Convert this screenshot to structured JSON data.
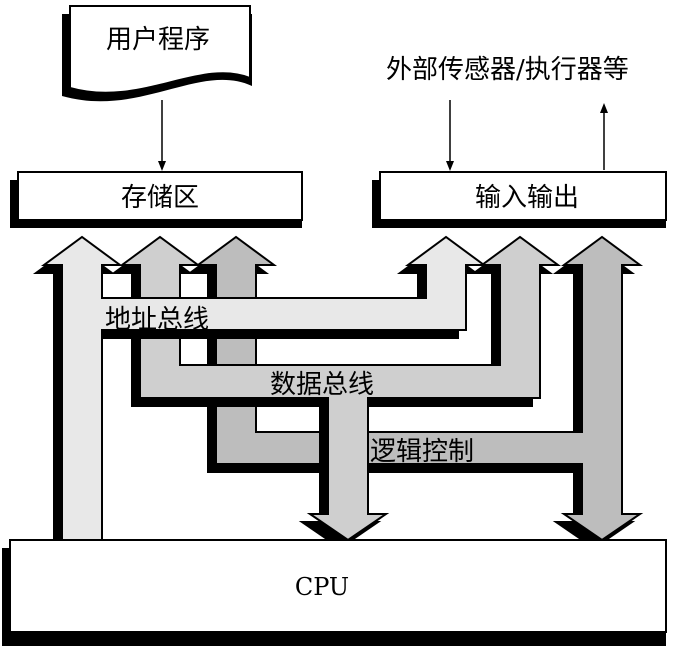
{
  "boxes": {
    "program": "用户程序",
    "memory": "存储区",
    "io": "输入输出",
    "cpu": "CPU"
  },
  "buses": {
    "address": "地址总线",
    "data": "数据总线",
    "control": "逻辑控制"
  },
  "external": "外部传感器/执行器等",
  "colors": {
    "address_bus": "#e8e8e8",
    "data_bus": "#cfcfcf",
    "control_bus": "#bdbdbd",
    "shadow": "#000000",
    "box_fill": "#ffffff"
  }
}
